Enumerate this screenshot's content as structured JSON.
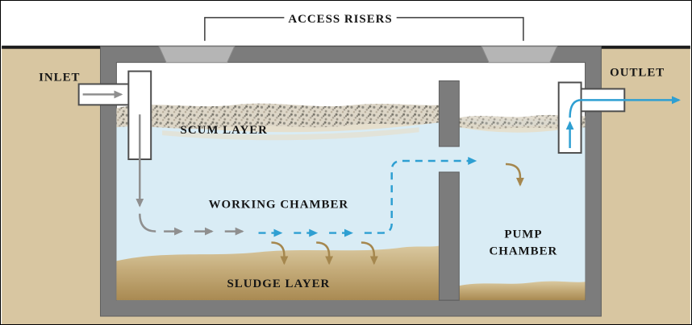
{
  "diagram": {
    "labels": {
      "access_risers": "ACCESS RISERS",
      "inlet": "INLET",
      "outlet": "OUTLET",
      "scum_layer": "SCUM LAYER",
      "working_chamber": "WORKING CHAMBER",
      "sludge_layer": "SLUDGE LAYER",
      "pump_chamber_line1": "PUMP",
      "pump_chamber_line2": "CHAMBER"
    },
    "colors": {
      "soil": "#d8c6a1",
      "tank_wall": "#7c7c7c",
      "riser": "#b5b5b5",
      "water": "#d9ecf5",
      "flow_blue": "#2e9fd2",
      "flow_gray": "#8f8f8f",
      "flow_brown": "#a5874e"
    }
  }
}
